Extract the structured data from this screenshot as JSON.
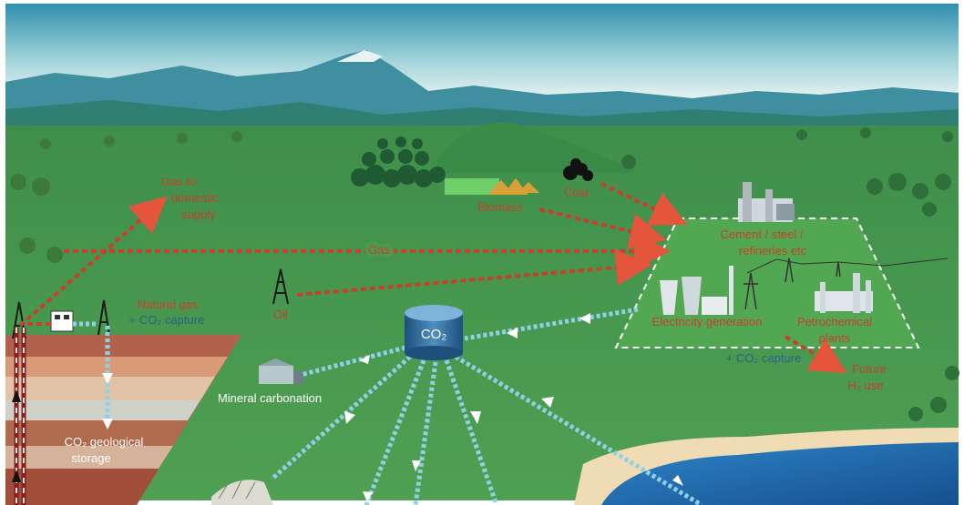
{
  "labels": {
    "gas_domestic_1": "Gas to",
    "gas_domestic_2": "domestic",
    "gas_domestic_3": "supply",
    "biomass": "Biomass",
    "coal": "Coal",
    "cement_1": "Cement / steel /",
    "cement_2": "refineries etc",
    "gas": "Gas",
    "oil": "Oil",
    "natural_gas": "Natural gas",
    "natural_gas_capture": "+ CO₂ capture",
    "co2": "CO₂",
    "electricity": "Electricity generation",
    "petrochemical_1": "Petrochemical",
    "petrochemical_2": "plants",
    "plant_capture": "+ CO₂ capture",
    "future_1": "Future",
    "future_2": "H₂ use",
    "mineral": "Mineral carbonation",
    "storage_1": "CO₂ geological",
    "storage_2": "storage"
  },
  "colors": {
    "sky_top": "#3f9fb8",
    "sky_bottom": "#e8f4f2",
    "ground": "#4a9a50",
    "flow_red": "#c8402c",
    "flow_blue": "#8fd0e6",
    "sea": "#1f63a8",
    "sand": "#efdcb4"
  }
}
